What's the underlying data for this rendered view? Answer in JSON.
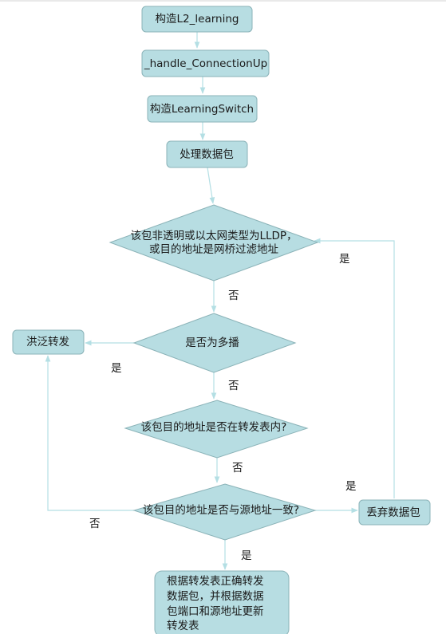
{
  "nodes": {
    "construct_l2": "构造L2_learning",
    "handle_connection_up": "_handle_ConnectionUp",
    "construct_learning_switch": "构造LearningSwitch",
    "process_packet": "处理数据包",
    "check_transparent": [
      "该包非透明或以太网类型为LLDP，",
      "或目的地址是网桥过滤地址"
    ],
    "is_multicast": "是否为多播",
    "flood_forward": "洪泛转发",
    "in_forward_table": "该包目的地址是否在转发表内?",
    "dst_equals_src": "该包目的地址是否与源地址一致?",
    "drop_packet": "丢弃数据包",
    "forward_and_update": [
      "根据转发表正确转发",
      "数据包，并根据数据",
      "包端口和源地址更新",
      "转发表"
    ]
  },
  "edge_labels": {
    "transparent_yes": "是",
    "transparent_no": "否",
    "multicast_yes": "是",
    "multicast_no": "否",
    "table_no": "否",
    "equal_yes": "是",
    "equal_no": "否",
    "forward_yes": "是"
  },
  "colors": {
    "node_fill": "#b7dde2",
    "node_stroke": "#8bb3b8",
    "edge": "#b4dfe4"
  }
}
